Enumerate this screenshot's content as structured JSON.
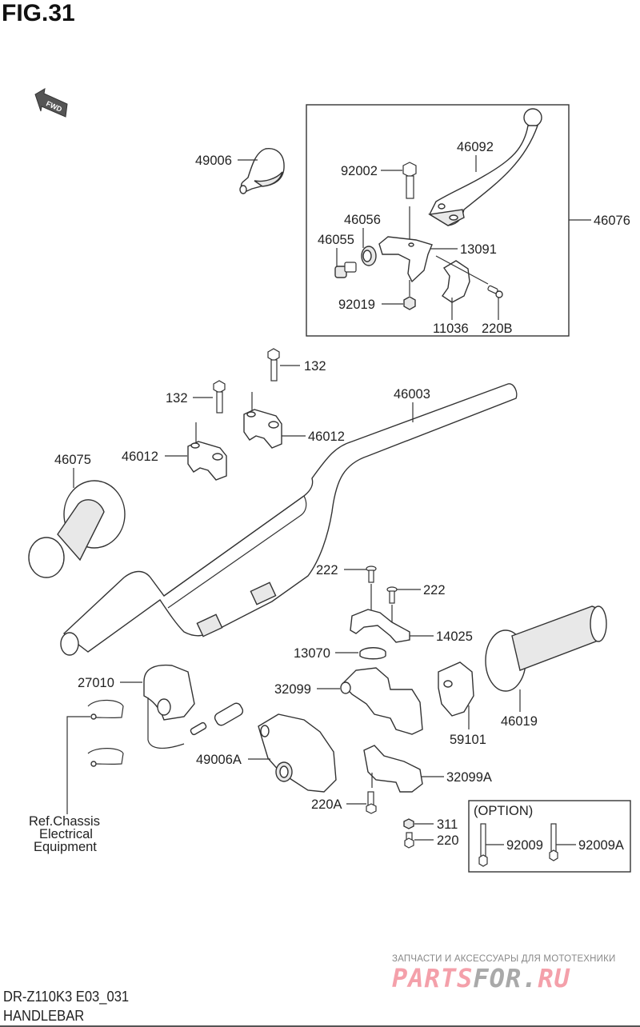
{
  "figure": {
    "title": "FIG.31",
    "fwd_arrow_label": "FWD"
  },
  "callouts": {
    "c49006": "49006",
    "c46092": "46092",
    "c92002": "92002",
    "c46056": "46056",
    "c46055": "46055",
    "c13091": "13091",
    "c92019": "92019",
    "c11036": "11036",
    "c220B": "220B",
    "c46076": "46076",
    "c132a": "132",
    "c132b": "132",
    "c46003": "46003",
    "c46012a": "46012",
    "c46012b": "46012",
    "c46075": "46075",
    "c222a": "222",
    "c222b": "222",
    "c14025": "14025",
    "c13070": "13070",
    "c27010": "27010",
    "c32099": "32099",
    "c59101": "59101",
    "c46019": "46019",
    "c49006A": "49006A",
    "c32099A": "32099A",
    "c220A": "220A",
    "c311": "311",
    "c220": "220",
    "c92009": "92009",
    "c92009A": "92009A"
  },
  "reference_note": {
    "line1": "Ref.Chassis",
    "line2": "Electrical",
    "line3": "Equipment"
  },
  "option_box": {
    "title": "(OPTION)"
  },
  "footer": {
    "model_code": "DR-Z110K3 E03_031",
    "section_name": "HANDLEBAR"
  },
  "watermark": {
    "tagline": "ЗАПЧАСТИ И АКСЕССУАРЫ ДЛЯ МОТОТЕХНИКИ",
    "brand_part1": "PARTS",
    "brand_part2": "FOR.",
    "brand_part3": "RU",
    "colors": {
      "pink": "#f4a0aa",
      "gray": "#a9a9a9"
    }
  }
}
